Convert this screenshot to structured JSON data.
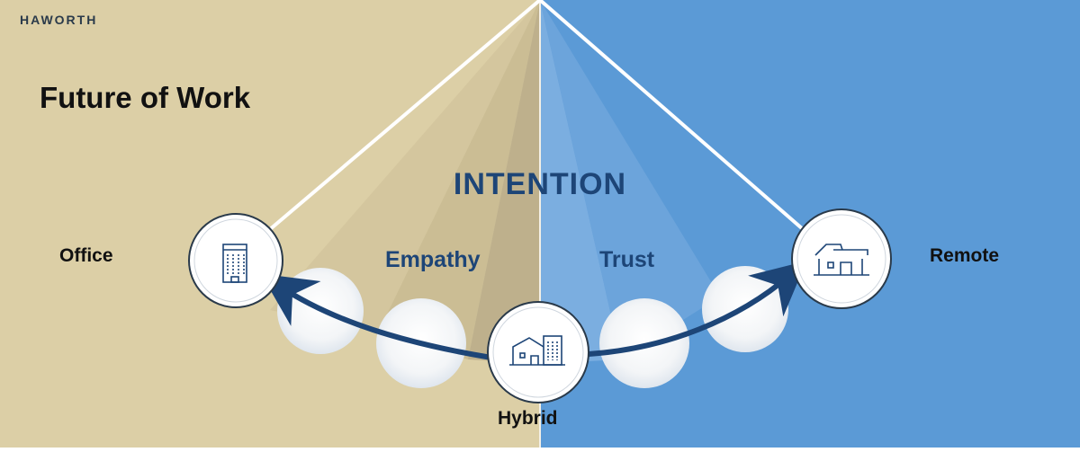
{
  "brand": "HAWORTH",
  "title": "Future of Work",
  "center_label": "INTENTION",
  "left_value": "Empathy",
  "right_value": "Trust",
  "nodes": {
    "office": "Office",
    "hybrid": "Hybrid",
    "remote": "Remote"
  },
  "colors": {
    "left_bg": "#dccfa6",
    "right_bg": "#5b9ad6",
    "accent": "#1d4577"
  },
  "icons": {
    "office": "office-building-icon",
    "hybrid": "hybrid-building-icon",
    "remote": "house-icon"
  }
}
